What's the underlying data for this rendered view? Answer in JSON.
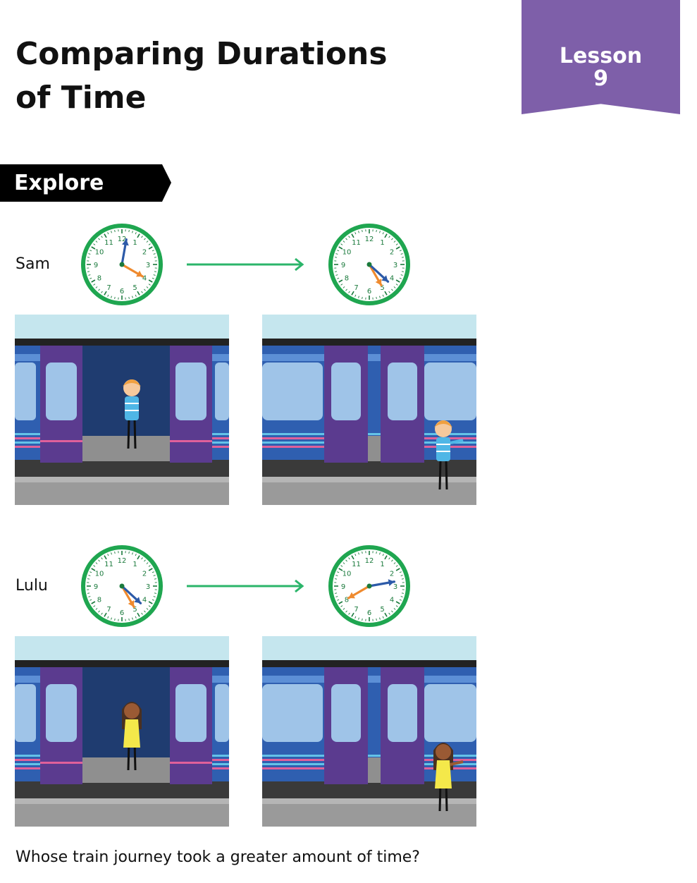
{
  "header": {
    "title_line1": "Comparing Durations",
    "title_line2": "of Time",
    "lesson_label": "Lesson",
    "lesson_number": "9"
  },
  "section": {
    "label": "Explore"
  },
  "rows": [
    {
      "name": "Sam",
      "start_clock": {
        "hour": 12,
        "minute": 20,
        "shows": "12:20"
      },
      "end_clock": {
        "hour": 4,
        "minute": 25,
        "shows": "4:25"
      }
    },
    {
      "name": "Lulu",
      "start_clock": {
        "hour": 4,
        "minute": 25,
        "shows": "4:25"
      },
      "end_clock": {
        "hour": 2,
        "minute": 40,
        "shows": "2:40"
      }
    }
  ],
  "question": "Whose train journey took a greater amount of time?",
  "colors": {
    "banner": "#7e5fa9",
    "clock_rim": "#1fa650",
    "hour_hand": "#2c5aa8",
    "minute_hand": "#ef8a2e",
    "arrow": "#2bb56a",
    "train_body": "#2f5fb0",
    "door": "#5b3b8f",
    "window": "#9fc4e8"
  }
}
